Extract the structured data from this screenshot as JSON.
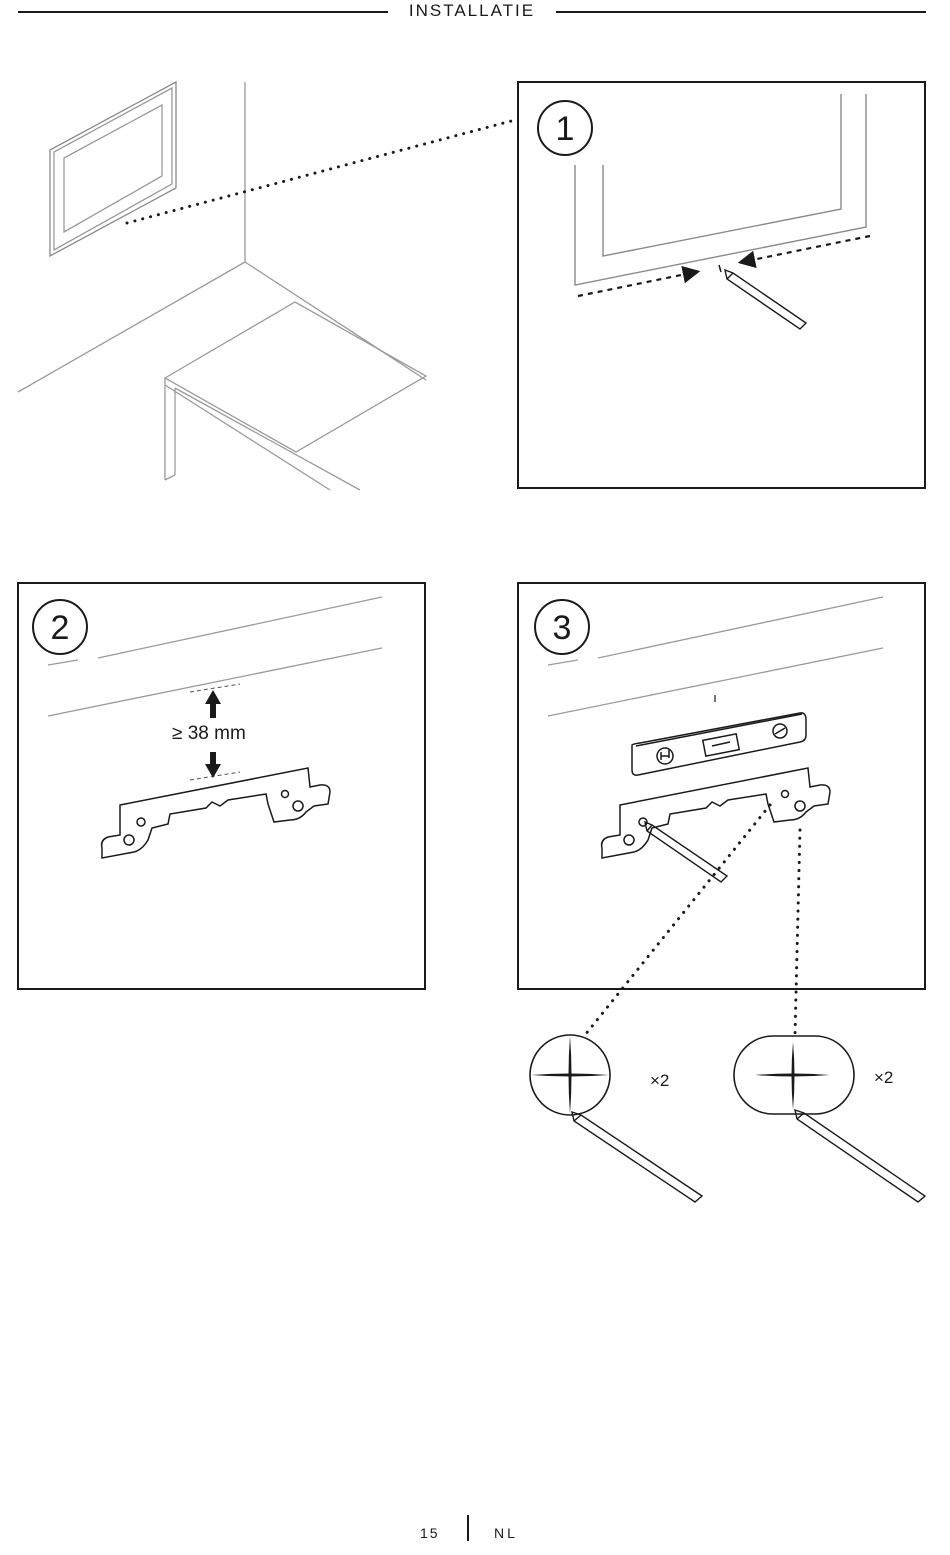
{
  "header": {
    "title": "INSTALLATIE"
  },
  "steps": [
    {
      "number": "1"
    },
    {
      "number": "2",
      "clearance_label": "≥ 38 mm"
    },
    {
      "number": "3"
    }
  ],
  "drill_marks": [
    {
      "quantity": "×2"
    },
    {
      "quantity": "×2"
    }
  ],
  "footer": {
    "page_number": "15",
    "language": "NL"
  }
}
